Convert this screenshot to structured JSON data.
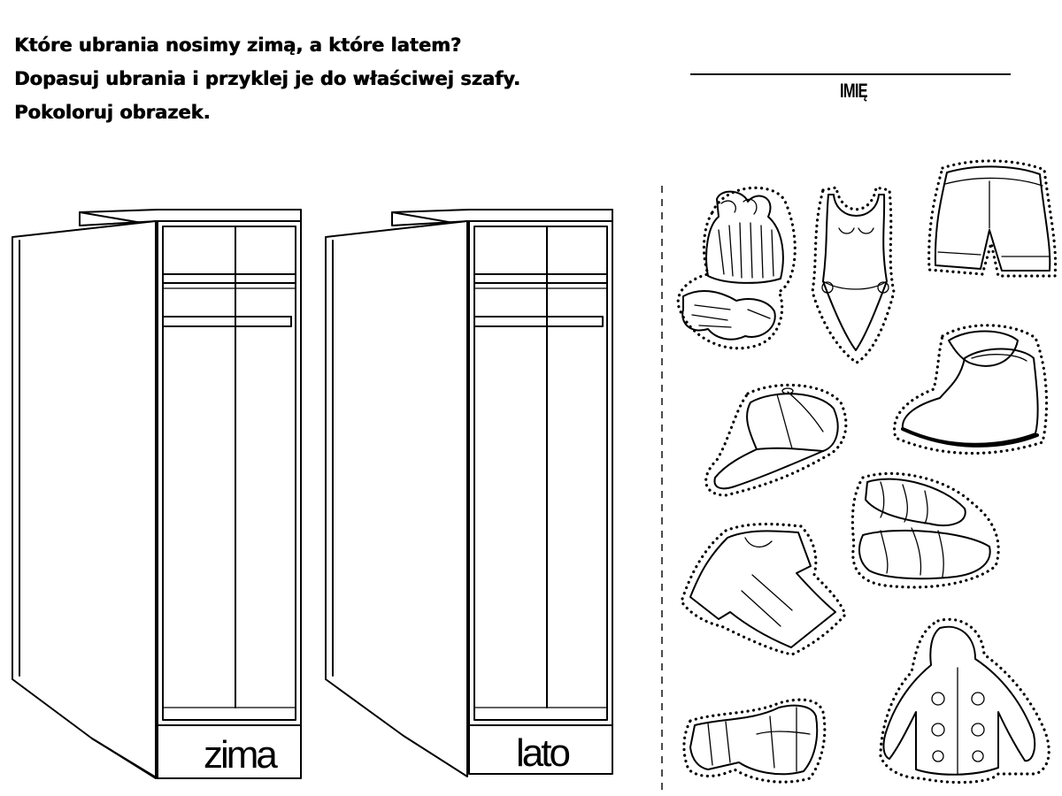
{
  "instructions": {
    "line1": "Które ubrania nosimy zimą, a które latem?",
    "line2": "Dopasuj ubrania i przyklej je do właściwej szafy.",
    "line3": "Pokoloruj obrazek."
  },
  "name_field": {
    "label": "IMIĘ"
  },
  "wardrobes": [
    {
      "label": "zima"
    },
    {
      "label": "lato"
    }
  ],
  "clothing_items": [
    {
      "icon": "winter-hat-and-gloves-icon"
    },
    {
      "icon": "swimsuit-icon"
    },
    {
      "icon": "shorts-icon"
    },
    {
      "icon": "winter-boots-icon"
    },
    {
      "icon": "baseball-cap-icon"
    },
    {
      "icon": "sandals-icon"
    },
    {
      "icon": "t-shirt-icon"
    },
    {
      "icon": "scarf-icon"
    },
    {
      "icon": "winter-jacket-icon"
    }
  ]
}
